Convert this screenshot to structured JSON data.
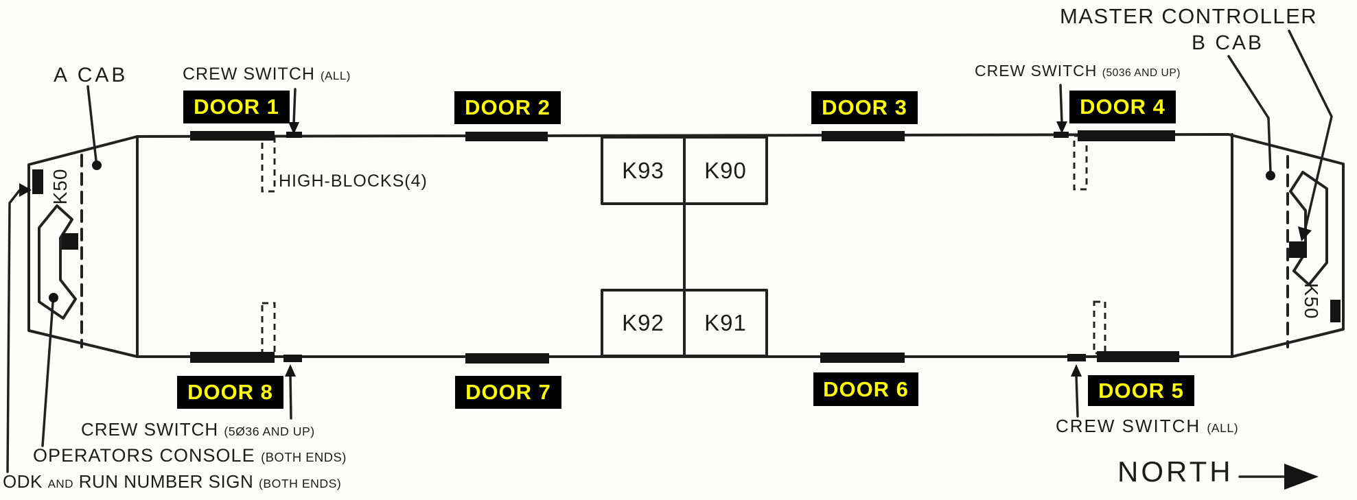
{
  "diagram_type": "rail-car floor plan schematic",
  "cabs": {
    "a": "A CAB",
    "b": "B CAB"
  },
  "doors": {
    "d1": "DOOR 1",
    "d2": "DOOR 2",
    "d3": "DOOR 3",
    "d4": "DOOR 4",
    "d5": "DOOR 5",
    "d6": "DOOR 6",
    "d7": "DOOR 7",
    "d8": "DOOR 8"
  },
  "relays": {
    "k93": "K93",
    "k90": "K90",
    "k92": "K92",
    "k91": "K91",
    "k50_a": "K50",
    "k50_b": "K50"
  },
  "labels": {
    "master_controller": "MASTER CONTROLLER",
    "crew_switch_top_left": {
      "main": "CREW SWITCH ",
      "note": "(ALL)"
    },
    "crew_switch_top_right": {
      "main": "CREW SWITCH ",
      "note": "(5036 AND UP)"
    },
    "crew_switch_bottom_left": {
      "main": "CREW SWITCH ",
      "note": "(5Ø36 AND UP)"
    },
    "crew_switch_bottom_right": {
      "main": "CREW SWITCH ",
      "note": "(ALL)"
    },
    "high_blocks": "HIGH-BLOCKS(4)",
    "operators_console": {
      "main": "OPERATORS CONSOLE ",
      "note": "(BOTH ENDS)"
    },
    "odk_sign": {
      "p1": "ODK ",
      "p2": "AND",
      "p3": " RUN NUMBER SIGN ",
      "p4": "(BOTH ENDS)"
    },
    "north": "NORTH"
  },
  "colors": {
    "ink": "#1e1e1e",
    "paper": "#fdfdfb",
    "door_label_bg": "#000000",
    "door_label_text": "#ffff00"
  }
}
